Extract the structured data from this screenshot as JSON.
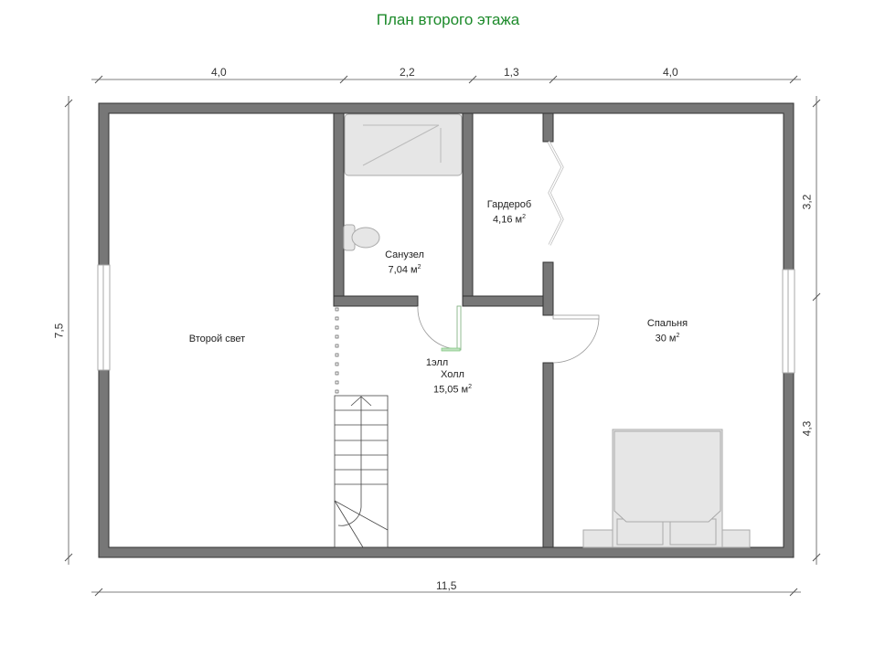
{
  "title": "План второго этажа",
  "rooms": {
    "second_light": {
      "name": "Второй свет"
    },
    "bathroom": {
      "name": "Санузел",
      "area": "7,04 м",
      "unit_exp": "2"
    },
    "wardrobe": {
      "name": "Гардероб",
      "area": "4,16 м",
      "unit_exp": "2"
    },
    "hall": {
      "name": "Холл",
      "area": "15,05 м",
      "unit_exp": "2",
      "stray_label": "1элл"
    },
    "bedroom": {
      "name": "Спальня",
      "area": "30 м",
      "unit_exp": "2"
    }
  },
  "dimensions": {
    "top": [
      "4,0",
      "2,2",
      "1,3",
      "4,0"
    ],
    "bottom": "11,5",
    "left": "7,5",
    "right": [
      "3,2",
      "4,3"
    ]
  },
  "colors": {
    "title": "#1c8a2a",
    "wall": "#777777"
  }
}
